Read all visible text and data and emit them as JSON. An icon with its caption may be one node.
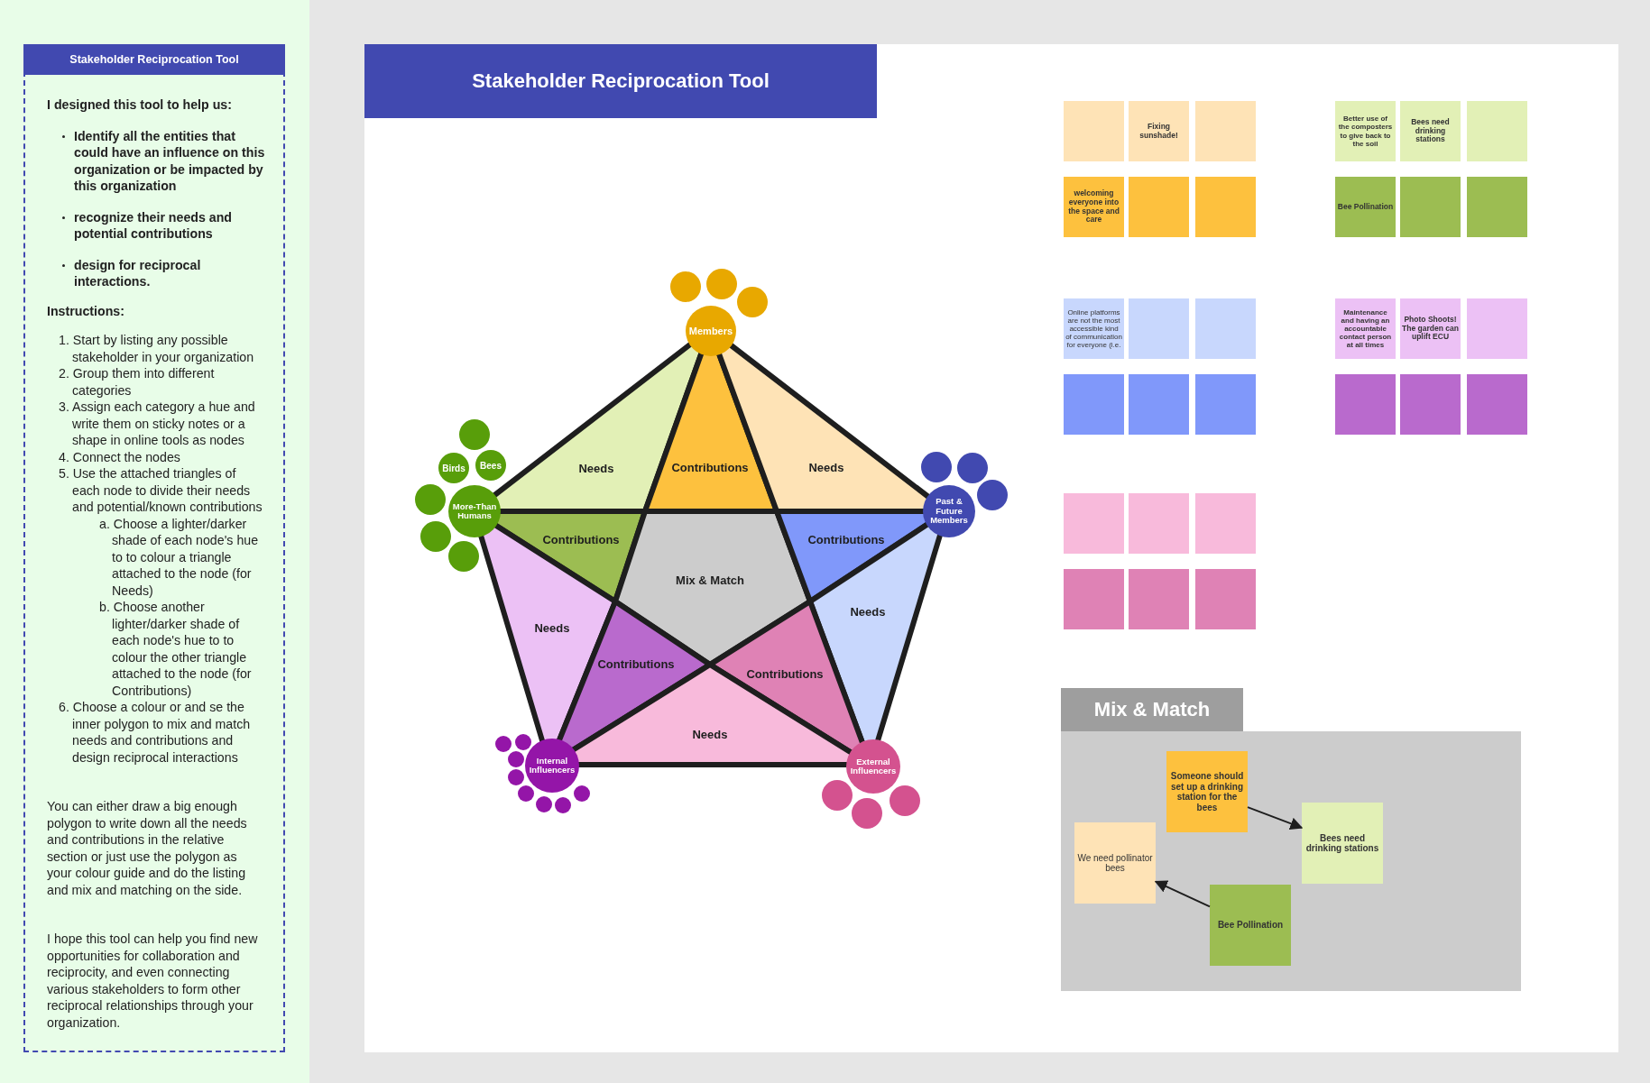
{
  "diagram": {
    "title": "Stakeholder Reciprocation Tool",
    "nodes": [
      {
        "text": [
          "Stakeholder Reciprocation Tool",
          "I designed this tool to help us:",
          "Identify all the entities that could have an influence on this organization or be impacted by this organization",
          "recognize their needs and potential contributions",
          "design for reciprocal interactions.",
          "Instructions:",
          "1. Start by listing any possible stakeholder in your organization",
          "2. Group them into different categories",
          "3. Assign each category a hue and write them on sticky notes or a shape in online tools as nodes",
          "4. Connect the nodes",
          "5. Use the attached triangles of each node to divide their needs and potential/known contributions",
          "a. Choose a lighter/darker shade of each node's hue to to colour a triangle attached to the node (for Needs)",
          "b. Choose another lighter/darker shade of each node's hue to to colour the other triangle attached to the node (for Contributions)",
          "6. Choose a colour or and se the inner polygon to mix and match needs and contributions and design reciprocal interactions",
          "You can either draw a big enough polygon to write down all the needs and contributions in the relative section or just use the polygon as your colour guide and do the listing and mix and matching on the side.",
          "I hope this tool can help you find new opportunities for collaboration and reciprocity, and even connecting various stakeholders to form other reciprocal relationships through your organization."
        ]
      },
      {
        "text": [],
        "shape": "circle"
      },
      {
        "text": [],
        "shape": "circle"
      },
      {
        "text": [],
        "shape": "circle"
      },
      {
        "text": [
          "Members"
        ]
      },
      {
        "text": [],
        "shape": "circle"
      },
      {
        "text": [
          "Birds"
        ]
      },
      {
        "text": [
          "Bees"
        ]
      },
      {
        "text": [],
        "shape": "circle"
      },
      {
        "text": [
          "More-Than Humans"
        ]
      },
      {
        "text": [],
        "shape": "circle"
      },
      {
        "text": [],
        "shape": "circle"
      },
      {
        "text": [],
        "shape": "circle"
      },
      {
        "text": [],
        "shape": "circle"
      },
      {
        "text": [],
        "shape": "circle"
      },
      {
        "text": [
          "Past & Future Members"
        ]
      },
      {
        "text": [
          "Needs"
        ]
      },
      {
        "text": [
          "Contributions"
        ]
      },
      {
        "text": [
          "Needs"
        ]
      },
      {
        "text": [
          "Contributions"
        ]
      },
      {
        "text": [
          "Mix & Match"
        ]
      },
      {
        "text": [
          "Contributions"
        ]
      },
      {
        "text": [
          "Needs"
        ]
      },
      {
        "text": [
          "Needs"
        ]
      },
      {
        "text": [
          "Contributions"
        ]
      },
      {
        "text": [
          "Contributions"
        ]
      },
      {
        "text": [
          "Needs"
        ]
      },
      {
        "text": [],
        "shape": "circle"
      },
      {
        "text": [],
        "shape": "circle"
      },
      {
        "text": [],
        "shape": "circle"
      },
      {
        "text": [],
        "shape": "circle"
      },
      {
        "text": [],
        "shape": "circle"
      },
      {
        "text": [],
        "shape": "circle"
      },
      {
        "text": [],
        "shape": "circle"
      },
      {
        "text": [],
        "shape": "circle"
      },
      {
        "text": [
          "Internal Influencers"
        ]
      },
      {
        "text": [
          "External Influencers"
        ]
      },
      {
        "text": [],
        "shape": "circle"
      },
      {
        "text": [],
        "shape": "circle"
      },
      {
        "text": [],
        "shape": "circle"
      },
      {
        "text": [],
        "shape": "box"
      },
      {
        "text": [
          "Fixing sunshade!"
        ]
      },
      {
        "text": [],
        "shape": "box"
      },
      {
        "text": [
          "Better use of the composters to give back to the soil"
        ]
      },
      {
        "text": [
          "Bees need drinking stations"
        ]
      },
      {
        "text": [],
        "shape": "box"
      },
      {
        "text": [
          "welcoming everyone into the space and care"
        ]
      },
      {
        "text": [],
        "shape": "box"
      },
      {
        "text": [],
        "shape": "box"
      },
      {
        "text": [
          "Bee Pollination"
        ]
      },
      {
        "text": [],
        "shape": "box"
      },
      {
        "text": [],
        "shape": "box"
      },
      {
        "text": [
          "Online platforms are not the most accessible kind of communication for everyone (i.e."
        ]
      },
      {
        "text": [],
        "shape": "box"
      },
      {
        "text": [],
        "shape": "box"
      },
      {
        "text": [
          "Maintenance and having an accountable contact person at all times"
        ]
      },
      {
        "text": [
          "Photo Shoots! The garden can uplift ECU"
        ]
      },
      {
        "text": [],
        "shape": "box"
      },
      {
        "text": [],
        "shape": "box"
      },
      {
        "text": [],
        "shape": "box"
      },
      {
        "text": [],
        "shape": "box"
      },
      {
        "text": [],
        "shape": "box"
      },
      {
        "text": [],
        "shape": "box"
      },
      {
        "text": [],
        "shape": "box"
      },
      {
        "text": [],
        "shape": "box"
      },
      {
        "text": [],
        "shape": "box"
      },
      {
        "text": [],
        "shape": "box"
      },
      {
        "text": [],
        "shape": "box"
      },
      {
        "text": [],
        "shape": "box"
      },
      {
        "text": [],
        "shape": "box"
      },
      {
        "text": [
          "Mix & Match"
        ]
      },
      {
        "text": [
          "Someone should set up a drinking station for the bees"
        ],
        "in": 70
      },
      {
        "text": [
          "Bees need drinking stations"
        ],
        "in": 70
      },
      {
        "text": [
          "We need pollinator bees"
        ],
        "in": 70
      },
      {
        "text": [
          "Bee Pollination"
        ],
        "in": 70
      }
    ],
    "edges": [
      {
        "from": 71,
        "to": 72,
        "arrow": "to"
      },
      {
        "from": 74,
        "to": 73,
        "arrow": "to"
      }
    ]
  }
}
